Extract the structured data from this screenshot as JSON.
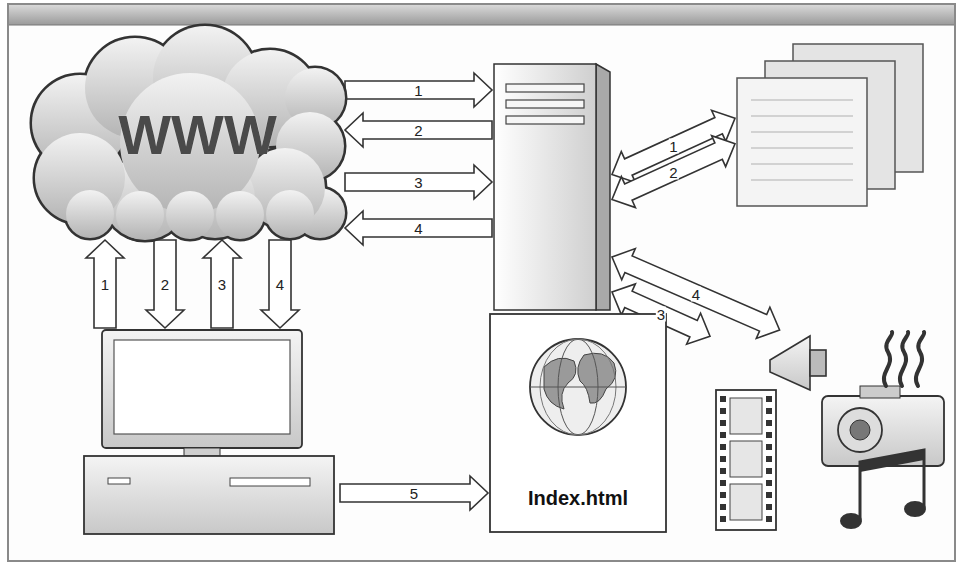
{
  "diagram": {
    "nodes": [
      {
        "text": [
          "WWW"
        ]
      },
      {
        "text": []
      },
      {
        "text": []
      },
      {
        "text": []
      },
      {
        "text": [
          "Index.html"
        ]
      },
      {
        "text": []
      }
    ],
    "edges": [
      {
        "from": 0,
        "to": 1,
        "arrow": "to",
        "label": "1"
      },
      {
        "from": 1,
        "to": 0,
        "arrow": "to",
        "label": "2"
      },
      {
        "from": 0,
        "to": 1,
        "arrow": "to",
        "label": "3"
      },
      {
        "from": 1,
        "to": 0,
        "arrow": "to",
        "label": "4"
      },
      {
        "from": 1,
        "to": 2,
        "arrow": "both",
        "label": "1"
      },
      {
        "from": 1,
        "to": 2,
        "arrow": "both",
        "label": "2"
      },
      {
        "from": 1,
        "to": 5,
        "arrow": "both",
        "label": "3"
      },
      {
        "from": 1,
        "to": 5,
        "arrow": "both",
        "label": "4"
      },
      {
        "from": 3,
        "to": 0,
        "arrow": "to",
        "label": "1"
      },
      {
        "from": 0,
        "to": 3,
        "arrow": "to",
        "label": "2"
      },
      {
        "from": 3,
        "to": 0,
        "arrow": "to",
        "label": "3"
      },
      {
        "from": 0,
        "to": 3,
        "arrow": "to",
        "label": "4"
      },
      {
        "from": 3,
        "to": 4,
        "arrow": "to",
        "label": "5"
      }
    ]
  }
}
